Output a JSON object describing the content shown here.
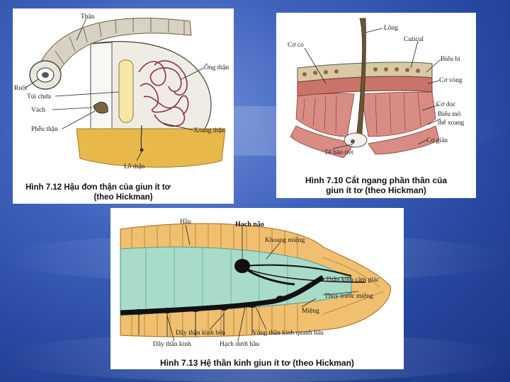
{
  "figure_1": {
    "labels": {
      "than": "Thận",
      "ruot": "Ruột",
      "tui_chua": "Túi chứa",
      "vach": "Vách",
      "pheu_than": "Phễu thận",
      "ong_than": "Ông thận",
      "xoang_than": "Xoang thận",
      "lo_than": "Lỗ thận"
    },
    "caption_line1": "Hình 7.12 Hậu đơn thận của giun ít tơ",
    "caption_line2": "(theo Hickman)"
  },
  "figure_2": {
    "labels": {
      "long": "Lông",
      "co_co": "Cơ co",
      "cuticul": "Cuticul",
      "bieu_bi": "Biểu bì",
      "co_vong": "Cơ vòng",
      "co_doc": "Cơ dọc",
      "bieu_mo": "Biểu mô",
      "the_xoang": "thể xoang",
      "co_gian": "Cơ giãn",
      "te_bao_tiet": "Tế bào tiết"
    },
    "caption_line1": "Hình 7.10 Cắt ngang phần thân của",
    "caption_line2": "giun ít tơ (theo Hickman)"
  },
  "figure_3": {
    "labels": {
      "hau": "Hầu",
      "hach_nao": "Hạch não",
      "khoang_mieng": "Khoang miệng",
      "than_kinh_cam_giac": "Thần kinh cảm giác",
      "thuy_truoc_mieng": "Thuỳ trước miệng",
      "mieng": "Miệng",
      "day_than_kinh_ben": "Dây thần kinh bên",
      "vong_than_kinh_quanh_hau": "Vòng thần kinh quanh hầu",
      "day_than_kinh": "Dây thần kinh",
      "hach_duoi_hau": "Hạch dưới hầu"
    },
    "caption": "Hình 7.13 Hệ thần kinh giun ít tơ (theo Hickman)"
  },
  "colors": {
    "background": "#2e4fa8",
    "tissue_pink": "#d98c84",
    "tissue_tan": "#e8c070",
    "cyan_gut": "#a8dcc8",
    "nerve_black": "#111111"
  }
}
